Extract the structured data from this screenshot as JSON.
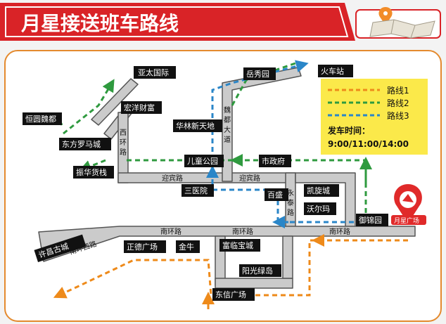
{
  "header": {
    "title": "月星接送班车路线"
  },
  "legend": {
    "routes": [
      {
        "label": "路线1",
        "color": "#ee8a1a"
      },
      {
        "label": "路线2",
        "color": "#2f9a3f"
      },
      {
        "label": "路线3",
        "color": "#2a86c8"
      }
    ],
    "departure_label": "发车时间：",
    "departure_times": "9:00/11:00/14:00"
  },
  "colors": {
    "header_red": "#d92327",
    "road_gray": "#c9c9c9",
    "road_border": "#5c5c5c",
    "legend_bg": "#fbe94a",
    "stop_bg": "#111111",
    "stop_text": "#ffffff"
  },
  "stops": {
    "yatai": "亚太国际",
    "hengyuan": "恒圆魏都",
    "hongyang": "宏洋财富",
    "dongfang": "东方罗马城",
    "zhenhua": "振华货栈",
    "hualin": "华林新天地",
    "yuexiu": "岳秀园",
    "huochezhan": "火车站",
    "ertong": "儿童公园",
    "shizhengfu": "市政府",
    "sanyiyuan": "三医院",
    "baisheng": "百盛",
    "kaixuan": "凯旋城",
    "woerma": "沃尔玛",
    "yujin": "御锦园",
    "xuchang": "许昌古城",
    "zhengde": "正德广场",
    "jinniu": "金牛",
    "fulin": "富临宝城",
    "yangguang": "阳光绿岛",
    "dongxin": "东信广场"
  },
  "roads": {
    "yingbin1": "迎宾路",
    "yingbin2": "迎宾路",
    "xihuan": "西环路",
    "weidu": "魏都大道",
    "yongtai": "永泰路",
    "nanhuan1": "南环路",
    "nanhuan2": "南环路",
    "nanhuan3": "南环路",
    "nanhuanxi": "南环西路"
  },
  "destination": {
    "label": "月星广场"
  }
}
